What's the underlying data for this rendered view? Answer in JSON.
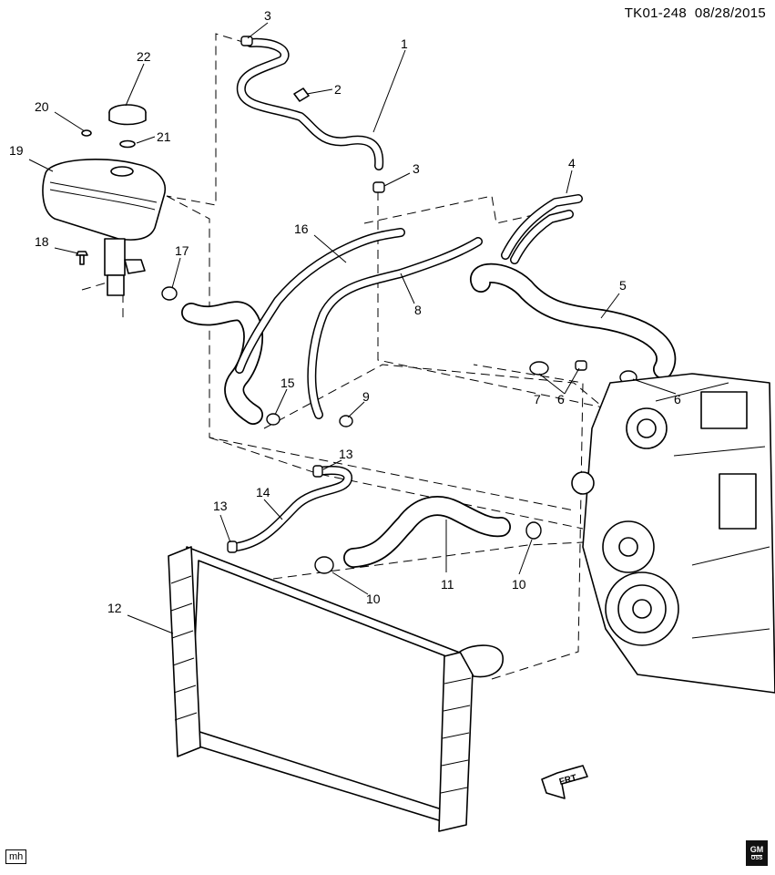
{
  "header": {
    "diagram_code": "TK01-248",
    "date": "08/28/2015"
  },
  "callouts": [
    {
      "id": "c1",
      "text": "1"
    },
    {
      "id": "c2",
      "text": "2"
    },
    {
      "id": "c3a",
      "text": "3"
    },
    {
      "id": "c3b",
      "text": "3"
    },
    {
      "id": "c4",
      "text": "4"
    },
    {
      "id": "c5",
      "text": "5"
    },
    {
      "id": "c6a",
      "text": "6"
    },
    {
      "id": "c6b",
      "text": "6"
    },
    {
      "id": "c7",
      "text": "7"
    },
    {
      "id": "c8",
      "text": "8"
    },
    {
      "id": "c9",
      "text": "9"
    },
    {
      "id": "c10a",
      "text": "10"
    },
    {
      "id": "c10b",
      "text": "10"
    },
    {
      "id": "c11",
      "text": "11"
    },
    {
      "id": "c12",
      "text": "12"
    },
    {
      "id": "c13a",
      "text": "13"
    },
    {
      "id": "c13b",
      "text": "13"
    },
    {
      "id": "c14",
      "text": "14"
    },
    {
      "id": "c15",
      "text": "15"
    },
    {
      "id": "c16",
      "text": "16"
    },
    {
      "id": "c17",
      "text": "17"
    },
    {
      "id": "c18",
      "text": "18"
    },
    {
      "id": "c19",
      "text": "19"
    },
    {
      "id": "c20",
      "text": "20"
    },
    {
      "id": "c21",
      "text": "21"
    },
    {
      "id": "c22",
      "text": "22"
    }
  ],
  "direction_label": "FRT",
  "footer": {
    "illustrator_initials": "mh",
    "logo_text": "GM",
    "logo_sub": "OSS"
  }
}
